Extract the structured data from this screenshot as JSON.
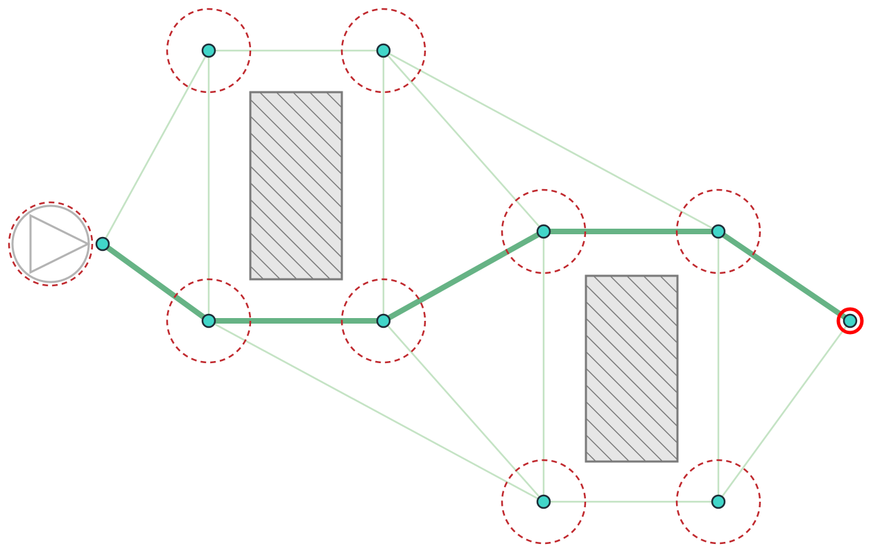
{
  "diagram": {
    "type": "roadmap-path-planning",
    "colors": {
      "roadmap_edge": "#c4e3c4",
      "path_edge": "#66b385",
      "node_fill": "#41d6c9",
      "node_stroke": "#1d2b36",
      "clearance_circle": "#c0282d",
      "goal_marker": "#ff0000",
      "obstacle_fill": "#e6e6e6",
      "obstacle_hatch": "#7a7a7a",
      "robot": "#b3b3b3"
    },
    "nodes": [
      {
        "id": "start"
      },
      {
        "id": "n1"
      },
      {
        "id": "n2"
      },
      {
        "id": "n3"
      },
      {
        "id": "n4"
      },
      {
        "id": "n5"
      },
      {
        "id": "n6"
      },
      {
        "id": "n7"
      },
      {
        "id": "n8"
      },
      {
        "id": "goal"
      }
    ],
    "roadmap_edges": [
      [
        "start",
        "n1"
      ],
      [
        "start",
        "n3"
      ],
      [
        "n1",
        "n2"
      ],
      [
        "n1",
        "n3"
      ],
      [
        "n2",
        "n4"
      ],
      [
        "n2",
        "n5"
      ],
      [
        "n2",
        "n6"
      ],
      [
        "n3",
        "n4"
      ],
      [
        "n3",
        "n7"
      ],
      [
        "n4",
        "n5"
      ],
      [
        "n4",
        "n7"
      ],
      [
        "n5",
        "n6"
      ],
      [
        "n5",
        "n7"
      ],
      [
        "n6",
        "n8"
      ],
      [
        "n6",
        "goal"
      ],
      [
        "n7",
        "n8"
      ],
      [
        "n8",
        "goal"
      ]
    ],
    "solution_path": [
      "start",
      "n3",
      "n4",
      "n5",
      "n6",
      "goal"
    ],
    "obstacle_count": 2,
    "robot_icon": "triangle-in-circle-icon"
  }
}
